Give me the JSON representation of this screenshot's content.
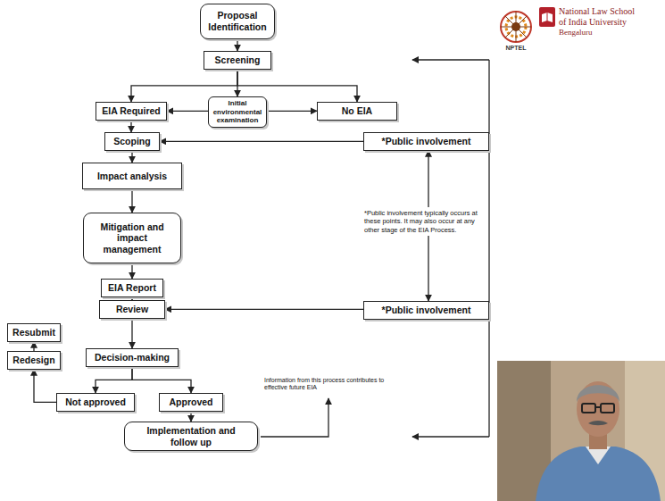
{
  "diagram": {
    "nodes": [
      {
        "text": [
          "Proposal Identification"
        ]
      },
      {
        "text": [
          "Screening"
        ]
      },
      {
        "text": [
          "EIA Required"
        ]
      },
      {
        "text": [
          "Initial environmental examination"
        ]
      },
      {
        "text": [
          "No EIA"
        ]
      },
      {
        "text": [
          "Scoping"
        ]
      },
      {
        "text": [
          "Impact analysis"
        ]
      },
      {
        "text": [
          "Mitigation and impact management"
        ]
      },
      {
        "text": [
          "EIA Report"
        ]
      },
      {
        "text": [
          "Review"
        ]
      },
      {
        "text": [
          "Decision-making"
        ]
      },
      {
        "text": [
          "Not approved"
        ]
      },
      {
        "text": [
          "Approved"
        ]
      },
      {
        "text": [
          "Implementation and follow up"
        ]
      },
      {
        "text": [
          "Redesign"
        ]
      },
      {
        "text": [
          "Resubmit"
        ]
      },
      {
        "text": [
          "*Public involvement"
        ]
      },
      {
        "text": [
          "*Public involvement"
        ]
      }
    ],
    "edges": [
      {
        "from": 0,
        "to": 1,
        "arrow": "to"
      },
      {
        "from": 1,
        "to": 2,
        "arrow": "to"
      },
      {
        "from": 1,
        "to": 3,
        "arrow": "to"
      },
      {
        "from": 1,
        "to": 4,
        "arrow": "to"
      },
      {
        "from": 3,
        "to": 2,
        "arrow": "to"
      },
      {
        "from": 3,
        "to": 4,
        "arrow": "to"
      },
      {
        "from": 2,
        "to": 5,
        "arrow": "to"
      },
      {
        "from": 5,
        "to": 6,
        "arrow": "to"
      },
      {
        "from": 6,
        "to": 7,
        "arrow": "to"
      },
      {
        "from": 7,
        "to": 8,
        "arrow": "to"
      },
      {
        "from": 8,
        "to": 9,
        "arrow": "to"
      },
      {
        "from": 9,
        "to": 10,
        "arrow": "to"
      },
      {
        "from": 10,
        "to": 11,
        "arrow": "to"
      },
      {
        "from": 10,
        "to": 12,
        "arrow": "to"
      },
      {
        "from": 11,
        "to": 14,
        "arrow": "to"
      },
      {
        "from": 14,
        "to": 15,
        "arrow": "to"
      },
      {
        "from": 12,
        "to": 13,
        "arrow": "to"
      },
      {
        "from": 16,
        "to": 5,
        "arrow": "to"
      },
      {
        "from": 17,
        "to": 9,
        "arrow": "to"
      },
      {
        "from": 16,
        "to": 17,
        "arrow": "both"
      }
    ],
    "labels": [
      "*Public involvement typically occurs at these points. It may also occur at any other stage of the EIA Process.",
      "Information from this process contributes to effective future EIA",
      "NPTEL",
      "National Law School of India University",
      "Bengaluru"
    ]
  }
}
